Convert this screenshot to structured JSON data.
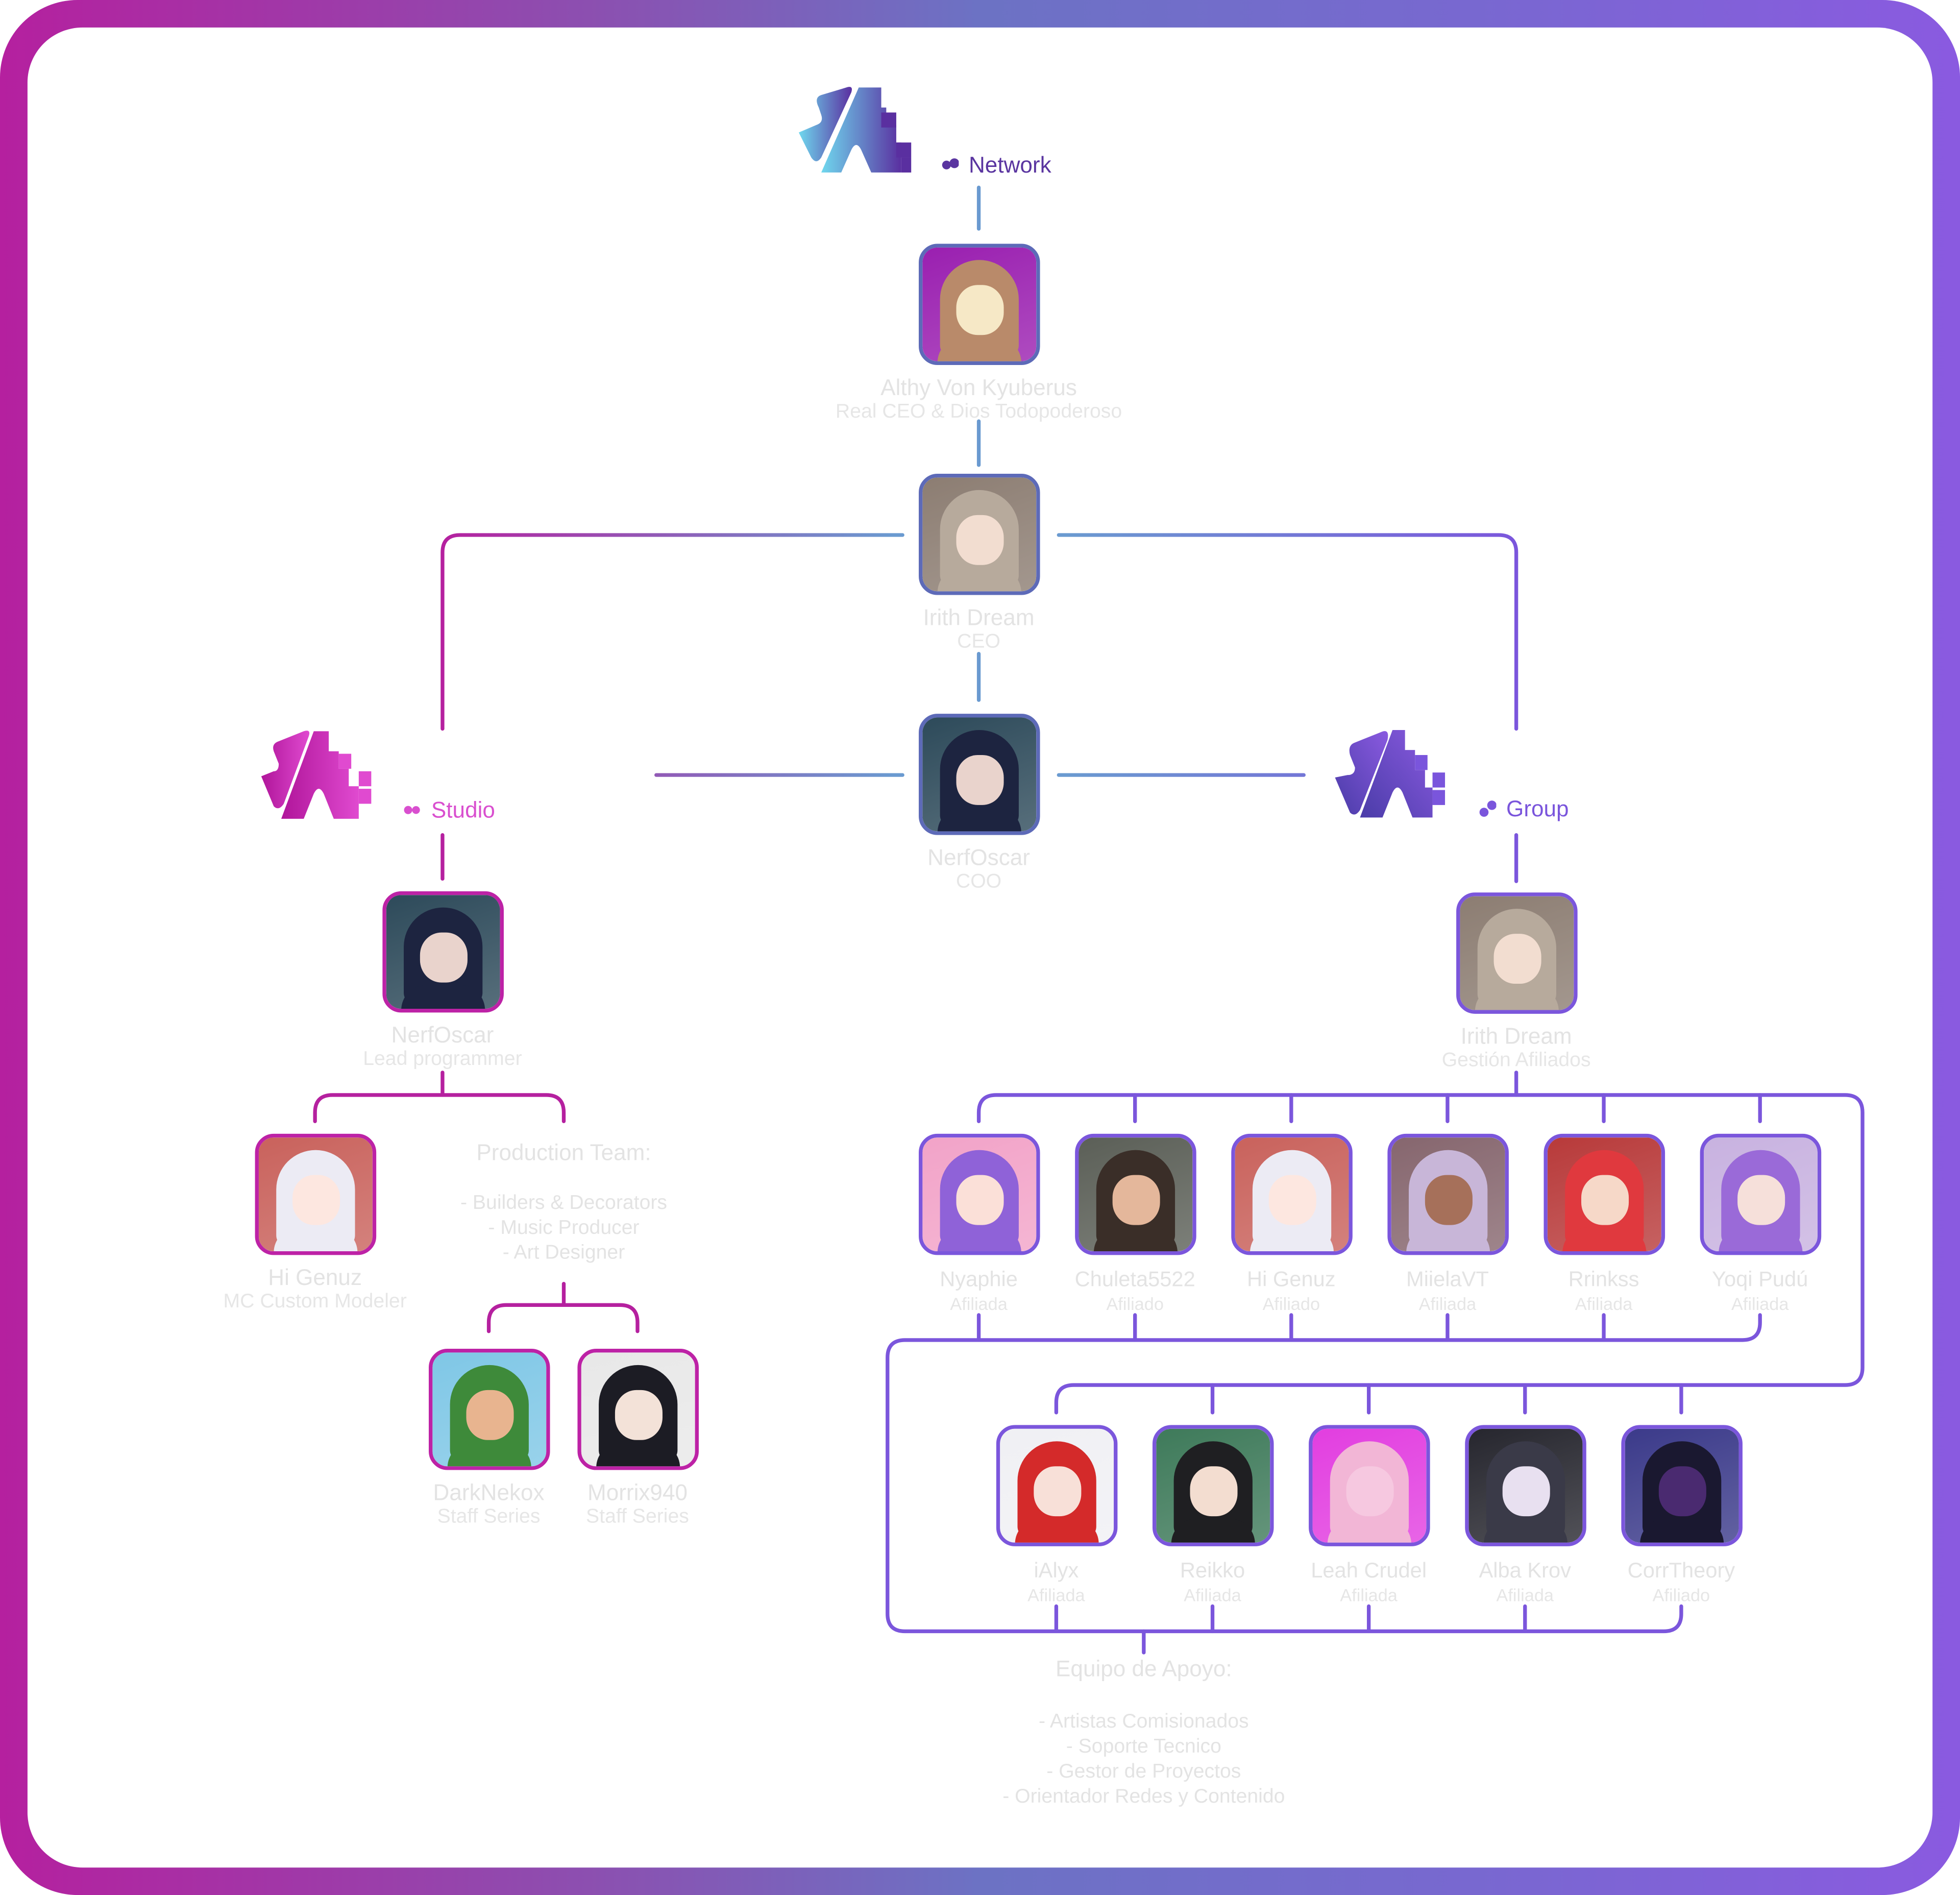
{
  "brands": {
    "network": {
      "label": "Network",
      "color": "#5a35a0"
    },
    "studio": {
      "label": "Studio",
      "color": "#d94fcf"
    },
    "group": {
      "label": "Group",
      "color": "#7a55dc"
    }
  },
  "colors": {
    "network_line": "#6a9ad0",
    "studio_line": "#b5209f",
    "group_line": "#7b56dc",
    "text": "#e3e3e3"
  },
  "top": [
    {
      "name": "Althy Von Kyuberus",
      "role": "Real CEO & Dios Todopoderoso",
      "colors": [
        "#9a1fb0",
        "#f6e8c6",
        "#b98a6a"
      ]
    },
    {
      "name": "Irith Dream",
      "role": "CEO",
      "colors": [
        "#8c7d72",
        "#f2ddd0",
        "#b7aa9c"
      ]
    },
    {
      "name": "NerfOscar",
      "role": "COO",
      "colors": [
        "#2d4a5a",
        "#e9d3cc",
        "#1d2440"
      ]
    }
  ],
  "studio": {
    "lead": {
      "name": "NerfOscar",
      "role": "Lead programmer",
      "colors": [
        "#2d4a5a",
        "#e9d3cc",
        "#1d2440"
      ]
    },
    "modeler": {
      "name": "Hi Genuz",
      "role": "MC Custom Modeler",
      "colors": [
        "#c9625c",
        "#fde7e0",
        "#ecebf4"
      ]
    },
    "production_team": {
      "title": "Production Team:",
      "items": [
        "- Builders & Decorators",
        "- Music Producer",
        "- Art Designer"
      ]
    },
    "staff": [
      {
        "name": "DarkNekox",
        "role": "Staff Series",
        "colors": [
          "#7fc7e6",
          "#e8b48f",
          "#3e8a3a"
        ]
      },
      {
        "name": "Morrix940",
        "role": "Staff Series",
        "colors": [
          "#e8e8e8",
          "#f3e2d8",
          "#1c1c24"
        ]
      }
    ]
  },
  "group": {
    "manager": {
      "name": "Irith Dream",
      "role": "Gestión Afiliados",
      "colors": [
        "#8c7d72",
        "#f2ddd0",
        "#b7aa9c"
      ]
    },
    "affiliates_row1": [
      {
        "name": "Nyaphie",
        "role": "Afiliada",
        "colors": [
          "#f2a3c8",
          "#fbe0d8",
          "#8f62d8"
        ]
      },
      {
        "name": "Chuleta5522",
        "role": "Afiliado",
        "colors": [
          "#5b5f57",
          "#e4b79b",
          "#3a2e28"
        ]
      },
      {
        "name": "Hi Genuz",
        "role": "Afiliado",
        "colors": [
          "#c9625c",
          "#fde7e0",
          "#ecebf4"
        ]
      },
      {
        "name": "MiielaVT",
        "role": "Afiliada",
        "colors": [
          "#86666e",
          "#a6705a",
          "#c8b6d8"
        ]
      },
      {
        "name": "Rrinkss",
        "role": "Afiliada",
        "colors": [
          "#b83a3a",
          "#f6d8c8",
          "#e0393e"
        ]
      },
      {
        "name": "Yoqi Pudú",
        "role": "Afiliada",
        "colors": [
          "#c8b2e0",
          "#f6e0da",
          "#9a6ad8"
        ]
      }
    ],
    "affiliates_row2": [
      {
        "name": "iAlyx",
        "role": "Afiliada",
        "colors": [
          "#f0f0f4",
          "#f8e0d8",
          "#d42a2a"
        ]
      },
      {
        "name": "Reikko",
        "role": "Afiliada",
        "colors": [
          "#3e7a5a",
          "#f3ddd0",
          "#1f1f22"
        ]
      },
      {
        "name": "Leah Crudel",
        "role": "Afiliada",
        "colors": [
          "#e23ee0",
          "#f6c8e0",
          "#f2b6d6"
        ]
      },
      {
        "name": "Alba Krov",
        "role": "Afiliada",
        "colors": [
          "#26262e",
          "#e8e0f0",
          "#3a3a48"
        ]
      },
      {
        "name": "CorrTheory",
        "role": "Afiliado",
        "colors": [
          "#3b3a8a",
          "#4a2a70",
          "#1a1830"
        ]
      }
    ],
    "support_team": {
      "title": "Equipo de Apoyo:",
      "items": [
        "- Artistas Comisionados",
        "- Soporte Tecnico",
        "- Gestor de Proyectos",
        "- Orientador Redes y Contenido"
      ]
    }
  }
}
